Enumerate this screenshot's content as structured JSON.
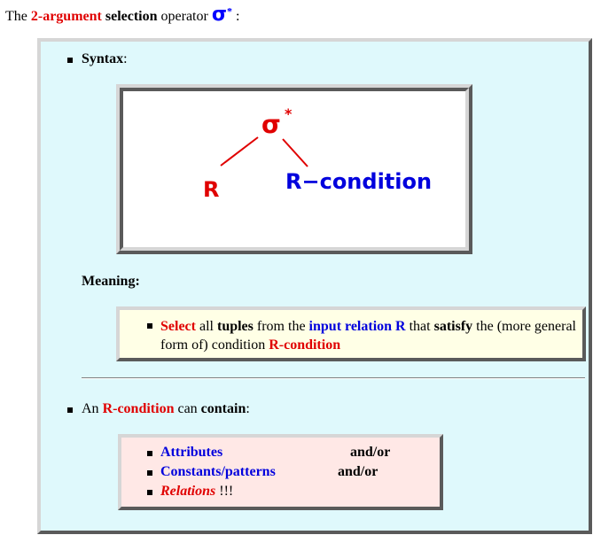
{
  "heading": {
    "prefix": "The ",
    "highlight": "2-argument",
    "mid1": " ",
    "bold_word": "selection",
    "mid2": " operator ",
    "symbol": "σ",
    "superscript": "*",
    "suffix": " :"
  },
  "syntax": {
    "label": "Syntax",
    "colon": ":",
    "diagram": {
      "root": "σ",
      "root_superscript": "*",
      "left_child": "R",
      "right_child": "R−condition"
    }
  },
  "meaning": {
    "label": "Meaning:",
    "parts": {
      "select": "Select",
      "t1": " all ",
      "tuples": "tuples",
      "t2": " from the ",
      "input_relation": "input relation R",
      "t3": " that ",
      "satisfy": "satisfy",
      "t4": " the (more general form of) condition ",
      "r_condition": "R-condition"
    }
  },
  "contain": {
    "prefix": "An ",
    "r_condition": "R-condition",
    "mid": " can ",
    "contain": "contain",
    "suffix": ":"
  },
  "list": {
    "items": [
      {
        "label": "Attributes",
        "suffix": "and/or"
      },
      {
        "label": "Constants/patterns",
        "suffix": "and/or"
      },
      {
        "label": "Relations",
        "suffix": " !!!"
      }
    ]
  },
  "colors": {
    "red": "#e00000",
    "blue": "#0000dd",
    "outer_bg": "#dff9fc",
    "meaning_bg": "#ffffe6",
    "list_bg": "#ffe8e6"
  }
}
